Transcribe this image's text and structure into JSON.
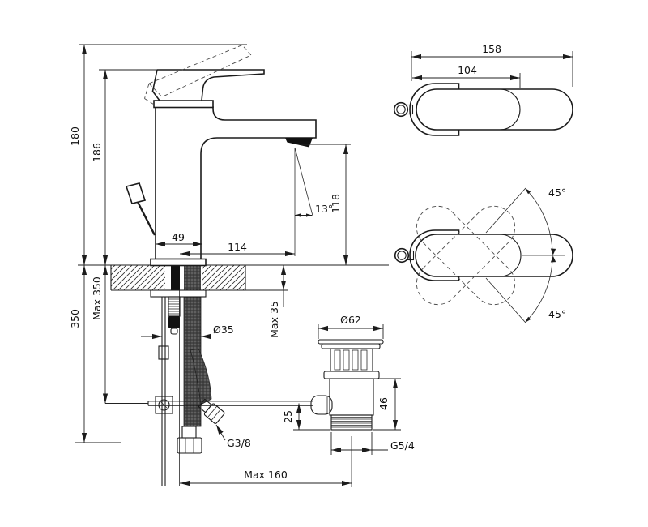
{
  "drawing_title": "basin-mixer-technical-drawing",
  "colors": {
    "line": "#1b1b1b",
    "dim_line": "#222222",
    "background": "#ffffff",
    "braid_fill": "#474747"
  },
  "labels": {
    "total_height": "180",
    "body_height": "186",
    "base_width": "49",
    "spout_reach": "114",
    "stream_angle": "13°",
    "spout_height": "118",
    "supply_length": "350",
    "hose_max": "Max 350",
    "shank_diameter": "Ø35",
    "deck_max": "Max 35",
    "waste_flange_diameter": "Ø62",
    "waste_body_height": "46",
    "rod_offset": "25",
    "supply_thread": "G3/8",
    "waste_thread": "G5/4",
    "drain_distance_max": "Max 160",
    "top_total_length": "158",
    "top_body_length": "104",
    "swivel_up": "45°",
    "swivel_down": "45°"
  }
}
